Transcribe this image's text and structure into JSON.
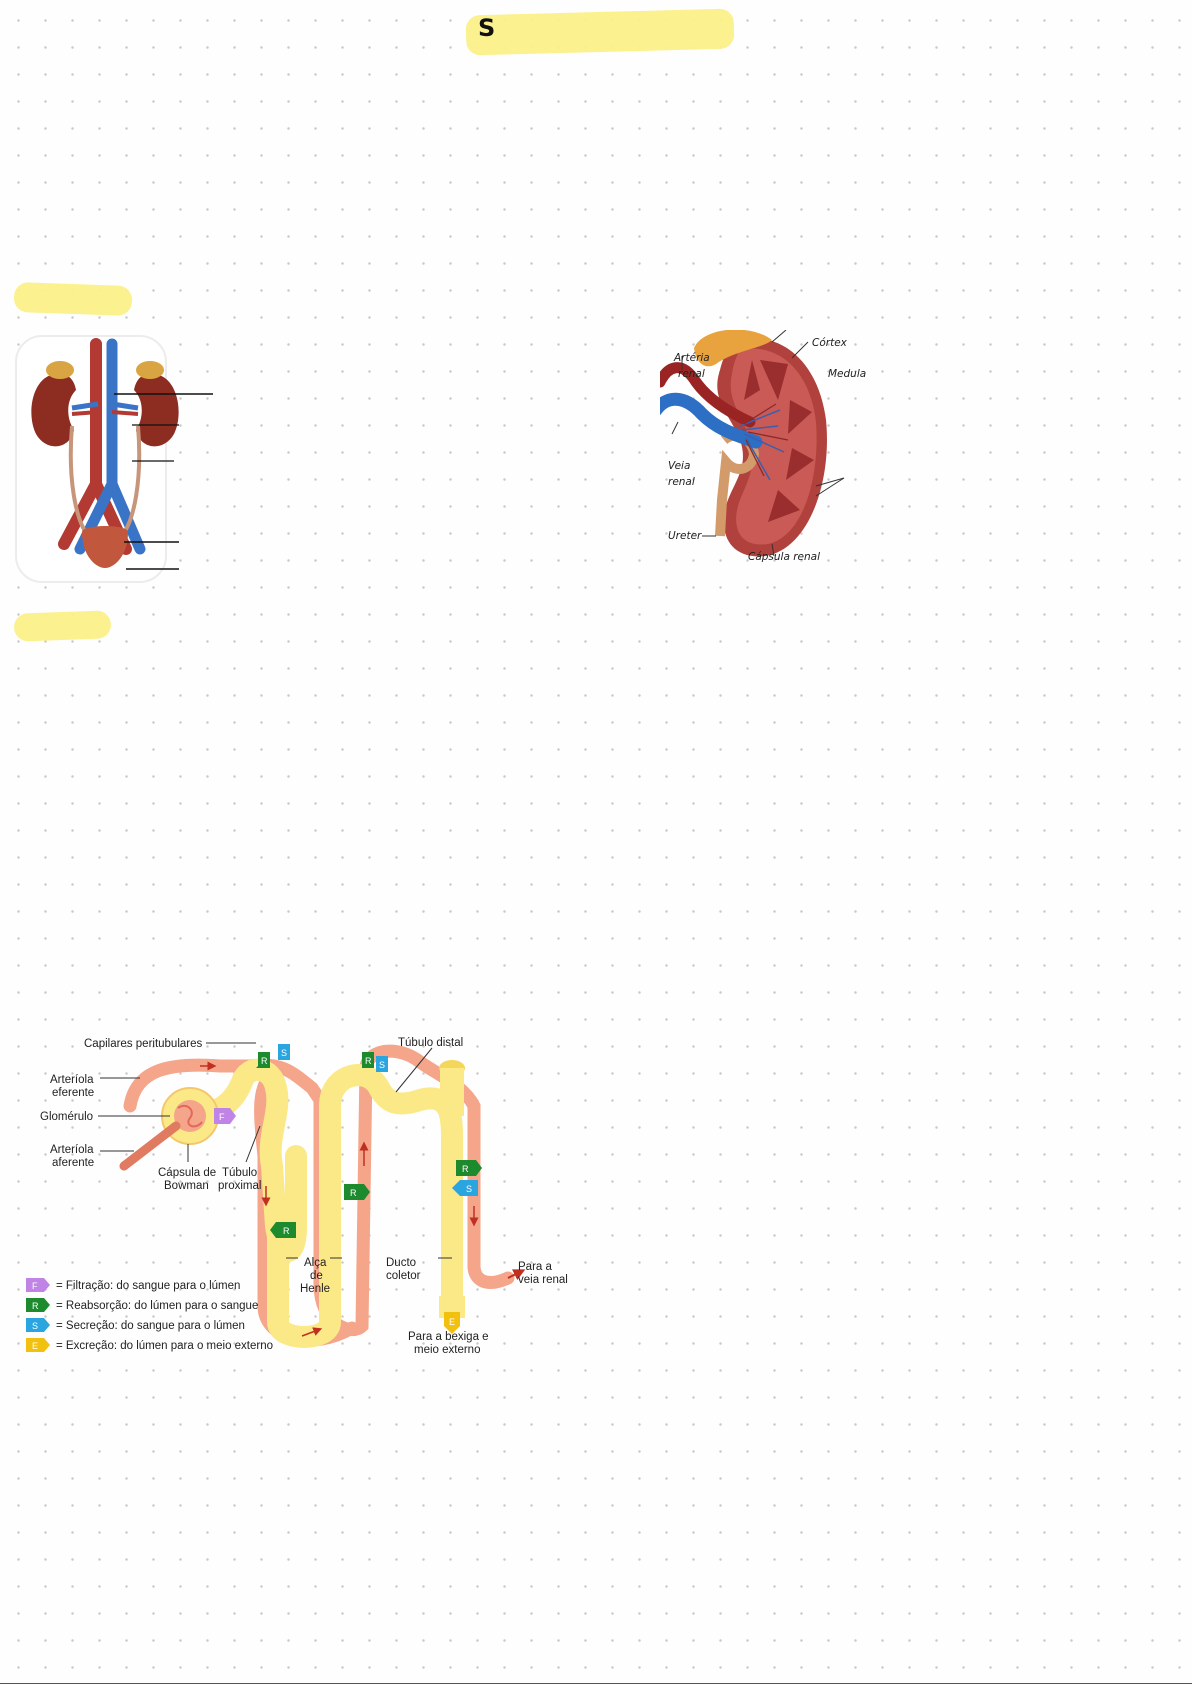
{
  "title": {
    "text": "S"
  },
  "kidney_section": {
    "labels": {
      "cortex": "Córtex",
      "medulla": "Medula",
      "renal_artery_1": "Artéria",
      "renal_artery_2": "renal",
      "renal_vein_1": "Veia",
      "renal_vein_2": "renal",
      "ureter": "Ureter",
      "renal_capsule": "Cápsula renal"
    }
  },
  "nephron": {
    "labels": {
      "peritubular": "Capilares peritubulares",
      "efferent_1": "Arteríola",
      "efferent_2": "eferente",
      "glomerulus": "Glomérulo",
      "afferent_1": "Arteríola",
      "afferent_2": "aferente",
      "bowman_1": "Cápsula de",
      "bowman_2": "Bowman",
      "proximal_1": "Túbulo",
      "proximal_2": "proximal",
      "distal": "Túbulo distal",
      "henle_1": "Alça",
      "henle_2": "de",
      "henle_3": "Henle",
      "duct_1": "Ducto",
      "duct_2": "coletor",
      "renal_vein_1": "Para a",
      "renal_vein_2": "veia renal",
      "bladder_1": "Para a bexiga e",
      "bladder_2": "meio externo"
    },
    "legend": [
      {
        "letter": "F",
        "text": "= Filtração: do sangue para o lúmen",
        "color": "#c084e6"
      },
      {
        "letter": "R",
        "text": "= Reabsorção: do lúmen para o sangue",
        "color": "#1e8a2e"
      },
      {
        "letter": "S",
        "text": "= Secreção: do sangue para o lúmen",
        "color": "#2aa5e0"
      },
      {
        "letter": "E",
        "text": "= Excreção: do lúmen para o meio externo",
        "color": "#f2c10f"
      }
    ],
    "markers": {
      "F": "F",
      "R": "R",
      "S": "S",
      "E": "E"
    }
  },
  "colors": {
    "highlight": "#fcf089",
    "blood_vessel": "#f4a58a",
    "tubule": "#fbe988",
    "artery": "#b8332f",
    "vein": "#2f6fc4"
  }
}
